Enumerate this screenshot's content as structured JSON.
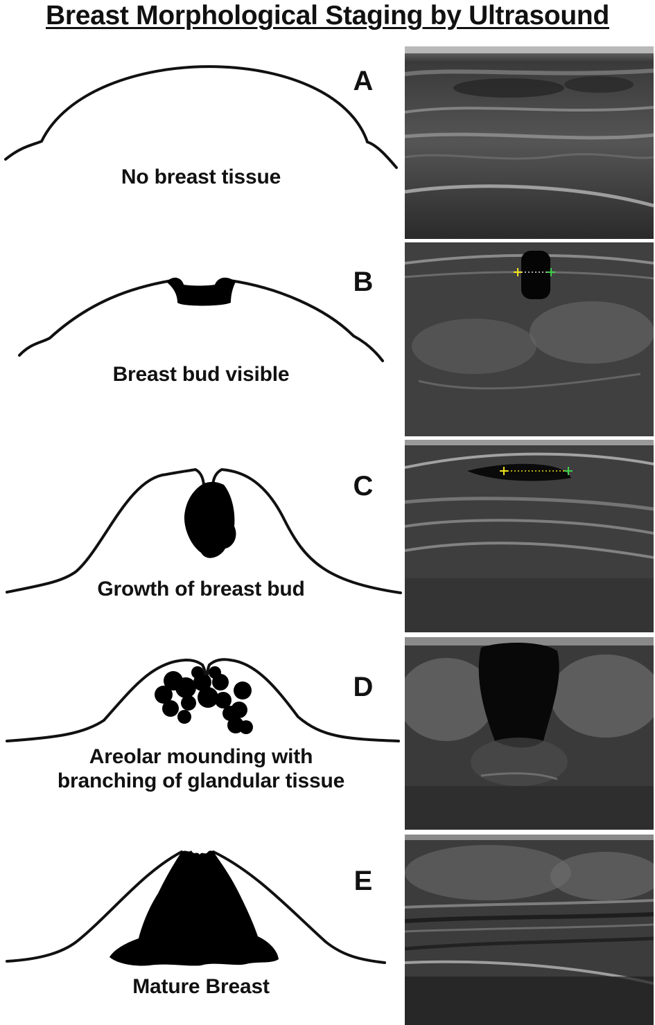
{
  "title": "Breast Morphological Staging by Ultrasound",
  "stages": [
    {
      "letter": "A",
      "caption_lines": [
        "No breast tissue"
      ]
    },
    {
      "letter": "B",
      "caption_lines": [
        "Breast bud visible"
      ]
    },
    {
      "letter": "C",
      "caption_lines": [
        "Growth of breast bud"
      ]
    },
    {
      "letter": "D",
      "caption_lines": [
        "Areolar mounding with",
        "branching of glandular tissue"
      ]
    },
    {
      "letter": "E",
      "caption_lines": [
        "Mature Breast"
      ]
    }
  ],
  "colors": {
    "outline": "#111111",
    "gland_fill": "#000000",
    "caliper_yellow": "#f2e41c",
    "caliper_green": "#3ed14a"
  }
}
